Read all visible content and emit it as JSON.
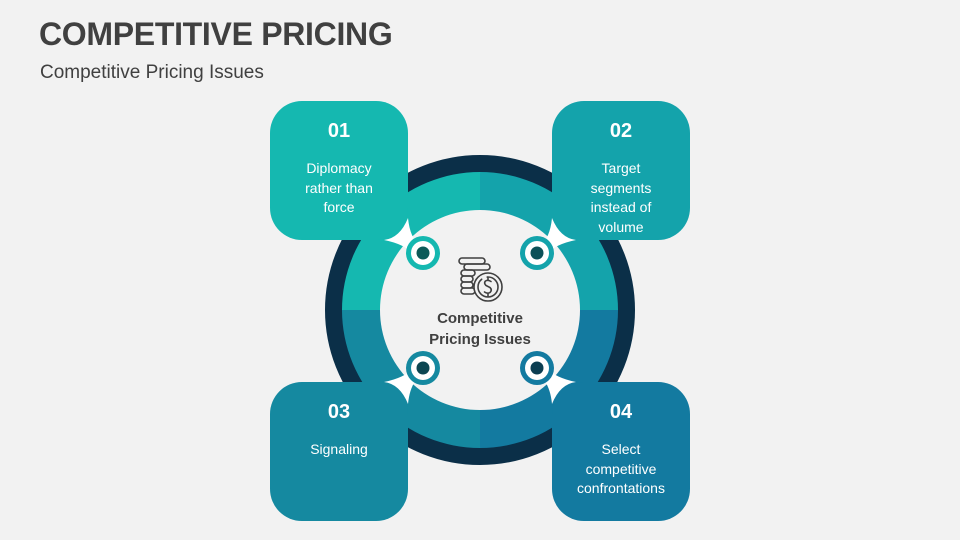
{
  "slide": {
    "title": "COMPETITIVE PRICING",
    "subtitle": "Competitive Pricing Issues"
  },
  "center": {
    "icon": "coin-stack-dollar-icon",
    "label_line1": "Competitive",
    "label_line2": "Pricing Issues"
  },
  "colors": {
    "background": "#f2f2f2",
    "text_dark": "#404040",
    "outer_ring": "#0b2f48",
    "q1": "#15b8b0",
    "q2": "#14a3ab",
    "q3": "#1589a0",
    "q4": "#137aa0",
    "connector_dot": "#0c4f55"
  },
  "items": [
    {
      "number": "01",
      "text": "Diplomacy rather than force"
    },
    {
      "number": "02",
      "text": "Target segments instead of volume"
    },
    {
      "number": "03",
      "text": "Signaling"
    },
    {
      "number": "04",
      "text": "Select competitive confrontations"
    }
  ]
}
